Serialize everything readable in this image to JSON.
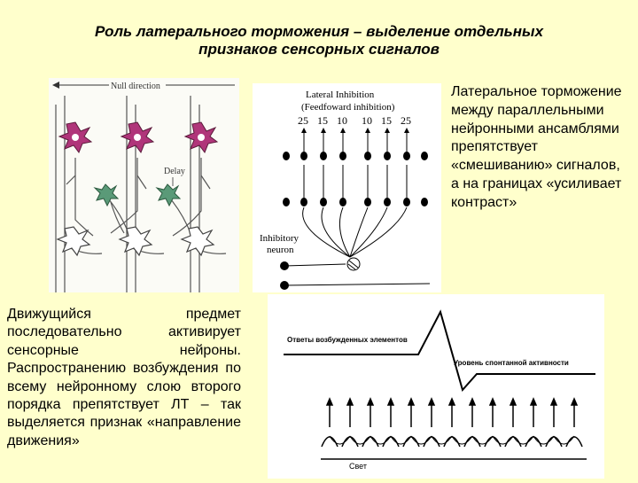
{
  "slide": {
    "title_line1": "Роль латерального торможения – выделение отдельных",
    "title_line2": "признаков сенсорных сигналов",
    "right_text": "Латеральное торможение между параллельными нейронными ансамблями препятствует «смешиванию» сигналов, а на границах «усиливает контраст»",
    "left_text": "Движущийся предмет последовательно активирует сенсорные нейроны. Распространению возбуждения по всему нейронному слою второго порядка препятствует ЛТ – так выделяется признак «направление движения»"
  },
  "neuron_figure": {
    "null_direction": "Null direction",
    "delay": "Delay"
  },
  "lateral_figure": {
    "title": "Lateral Inhibition",
    "subtitle": "(Feedfoward inhibition)",
    "values": [
      "25",
      "15",
      "10",
      "10",
      "15",
      "25"
    ],
    "inhibitory_label_1": "Inhibitory",
    "inhibitory_label_2": "neuron"
  },
  "curve_figure": {
    "responses_label": "Ответы возбужденных элементов",
    "spontaneous_label": "Уровень спонтанной активности",
    "light_label": "Свет"
  },
  "colors": {
    "background": "#FFFFCC",
    "magenta_neuron": "#B0357A",
    "green_neuron": "#5A9A78",
    "white_neuron": "#FFFFFF"
  }
}
